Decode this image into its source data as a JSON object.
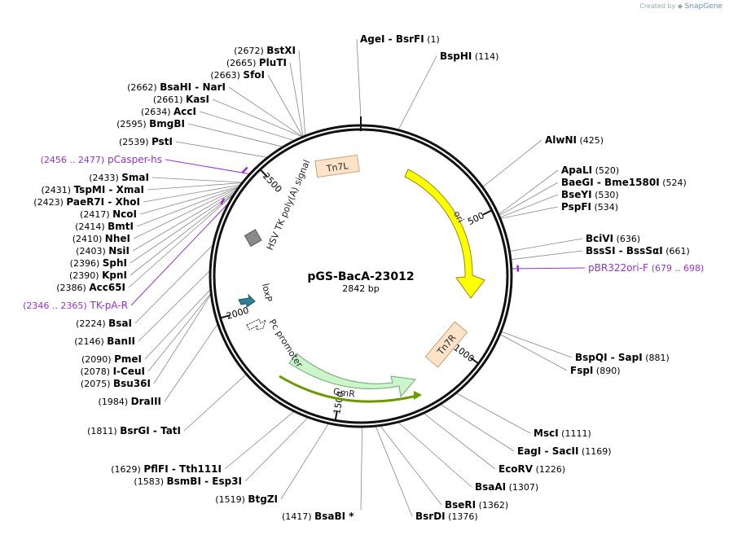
{
  "header": {
    "created_by": "Created by",
    "brand": "SnapGene"
  },
  "plasmid": {
    "name": "pGS-BacA-23012",
    "size_label": "2842 bp",
    "length": 2842
  },
  "tick_labels": [
    {
      "pos": 500,
      "text": "500"
    },
    {
      "pos": 1000,
      "text": "1000"
    },
    {
      "pos": 1500,
      "text": "1500"
    },
    {
      "pos": 2000,
      "text": "2000"
    },
    {
      "pos": 2500,
      "text": "2500"
    }
  ],
  "features": [
    {
      "name": "Tn7L",
      "kind": "box",
      "color": "#fde3c8"
    },
    {
      "name": "ori",
      "kind": "arrow",
      "color": "#ffff00"
    },
    {
      "name": "Tn7R",
      "kind": "box",
      "color": "#fde3c8"
    },
    {
      "name": "GmR",
      "kind": "arrow",
      "color": "#ccf5cc"
    },
    {
      "name": "Pc promoter",
      "kind": "promoter",
      "color": "#ffffff"
    },
    {
      "name": "loxP",
      "kind": "arrow",
      "color": "#2f7f9a"
    },
    {
      "name": "HSV TK poly(A) signal",
      "kind": "polya",
      "color": "#8a8a8a"
    }
  ],
  "primers": [
    {
      "range": "(2456 .. 2477)",
      "name": "pCasper-hs",
      "side": "left"
    },
    {
      "range": "(2346 .. 2365)",
      "name": "TK-pA-R",
      "side": "left"
    },
    {
      "range": "(679 .. 698)",
      "name": "pBR322ori-F",
      "side": "right"
    }
  ],
  "sites_right": [
    {
      "name": "AgeI",
      "name2": "BsrFI",
      "pos": "(1)"
    },
    {
      "name": "BspHI",
      "pos": "(114)"
    },
    {
      "name": "AlwNI",
      "pos": "(425)"
    },
    {
      "name": "ApaLI",
      "pos": "(520)"
    },
    {
      "name": "BaeGI",
      "name2": "Bme1580I",
      "pos": "(524)"
    },
    {
      "name": "BseYI",
      "pos": "(530)"
    },
    {
      "name": "PspFI",
      "pos": "(534)"
    },
    {
      "name": "BciVI",
      "pos": "(636)"
    },
    {
      "name": "BssSI",
      "name2": "BssSαI",
      "pos": "(661)"
    },
    {
      "name": "BspQI",
      "name2": "SapI",
      "pos": "(881)"
    },
    {
      "name": "FspI",
      "pos": "(890)"
    },
    {
      "name": "MscI",
      "pos": "(1111)"
    },
    {
      "name": "EagI",
      "name2": "SacII",
      "pos": "(1169)"
    },
    {
      "name": "EcoRV",
      "pos": "(1226)"
    },
    {
      "name": "BsaAI",
      "pos": "(1307)"
    },
    {
      "name": "BseRI",
      "pos": "(1362)"
    },
    {
      "name": "BsrDI",
      "pos": "(1376)"
    },
    {
      "name": "BsaBI *",
      "pos": "(1417)"
    }
  ],
  "sites_left": [
    {
      "name": "BstXI",
      "pos": "(2672)"
    },
    {
      "name": "PluTI",
      "pos": "(2665)"
    },
    {
      "name": "SfoI",
      "pos": "(2663)"
    },
    {
      "name": "BsaHI",
      "name2": "NarI",
      "pos": "(2662)"
    },
    {
      "name": "KasI",
      "pos": "(2661)"
    },
    {
      "name": "AccI",
      "pos": "(2634)"
    },
    {
      "name": "BmgBI",
      "pos": "(2595)"
    },
    {
      "name": "PstI",
      "pos": "(2539)"
    },
    {
      "name": "SmaI",
      "pos": "(2433)"
    },
    {
      "name": "TspMI",
      "name2": "XmaI",
      "pos": "(2431)"
    },
    {
      "name": "PaeR7I",
      "name2": "XhoI",
      "pos": "(2423)"
    },
    {
      "name": "NcoI",
      "pos": "(2417)"
    },
    {
      "name": "BmtI",
      "pos": "(2414)"
    },
    {
      "name": "NheI",
      "pos": "(2410)"
    },
    {
      "name": "NsiI",
      "pos": "(2403)"
    },
    {
      "name": "SphI",
      "pos": "(2396)"
    },
    {
      "name": "KpnI",
      "pos": "(2390)"
    },
    {
      "name": "Acc65I",
      "pos": "(2386)"
    },
    {
      "name": "BsaI",
      "pos": "(2224)"
    },
    {
      "name": "BanII",
      "pos": "(2146)"
    },
    {
      "name": "PmeI",
      "pos": "(2090)"
    },
    {
      "name": "I-CeuI",
      "pos": "(2078)"
    },
    {
      "name": "Bsu36I",
      "pos": "(2075)"
    },
    {
      "name": "DraIII",
      "pos": "(1984)"
    },
    {
      "name": "BsrGI",
      "name2": "TatI",
      "pos": "(1811)"
    },
    {
      "name": "PflFI",
      "name2": "Tth111I",
      "pos": "(1629)"
    },
    {
      "name": "BsmBI",
      "name2": "Esp3I",
      "pos": "(1583)"
    },
    {
      "name": "BtgZI",
      "pos": "(1519)"
    }
  ]
}
